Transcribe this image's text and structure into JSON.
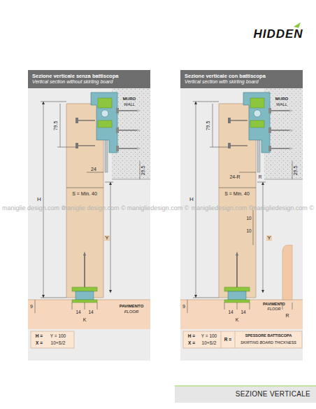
{
  "diagram": {
    "nodes": [
      {
        "text": [
          "Sezione verticale senza battiscopa",
          "Vertical section without skirting board"
        ]
      },
      {
        "text": [
          "Sezione verticale con battiscopa",
          "Vertical section with skirting board"
        ]
      },
      {
        "text": [
          "SEZIONE VERTICALE"
        ]
      }
    ],
    "labels": [
      "HIDDEN",
      "MURO",
      "WALL",
      "79.5",
      "29.5",
      "H",
      "24",
      "S = Min. 40",
      "Y",
      "9",
      "14",
      "14",
      "K",
      "PAVIMENTO",
      "FLOOR",
      "H =",
      "Y = 100",
      "X =",
      "10+S/2",
      "MURO",
      "WALL",
      "79.5",
      "29.5",
      "H",
      "24-R",
      "R",
      "S = Min. 40",
      "10",
      "10",
      "Y",
      "9",
      "14",
      "14",
      "K",
      "R",
      "PAVIMENTO",
      "FLOOR",
      "H =",
      "Y = 100",
      "X =",
      "10+S/2",
      "R =",
      "SPESSORE BATTISCOPA",
      "SKIRTING BOARD THICKNESS",
      "maniglie design.com ©",
      "maniglie design.com ©",
      "manigliedesign.com ©",
      "manigliedesign.com ©",
      "manigliedesign.com ©"
    ]
  }
}
